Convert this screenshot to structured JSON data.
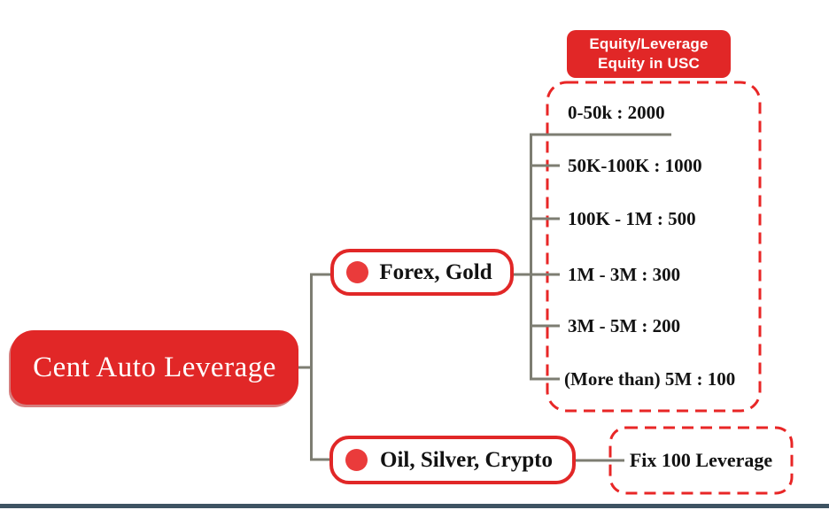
{
  "diagram": {
    "title": "Cent Auto Leverage",
    "root": {
      "label": "Cent Auto Leverage"
    },
    "branches": [
      {
        "label": "Forex, Gold"
      },
      {
        "label": "Oil, Silver, Crypto"
      }
    ],
    "leverage_table": {
      "header": {
        "line1": "Equity/Leverage",
        "line2": "Equity in USC"
      },
      "tiers": [
        {
          "label": "0-50k : 2000",
          "equity_range": "0-50k",
          "leverage": 2000
        },
        {
          "label": "50K-100K : 1000",
          "equity_range": "50K-100K",
          "leverage": 1000
        },
        {
          "label": "100K - 1M : 500",
          "equity_range": "100K - 1M",
          "leverage": 500
        },
        {
          "label": "1M - 3M : 300",
          "equity_range": "1M - 3M",
          "leverage": 300
        },
        {
          "label": "3M - 5M : 200",
          "equity_range": "3M - 5M",
          "leverage": 200
        },
        {
          "label": "(More than) 5M : 100",
          "equity_range": "(More than) 5M",
          "leverage": 100
        }
      ]
    },
    "fixed_leverage": {
      "label": "Fix 100 Leverage"
    }
  },
  "colors": {
    "accent_red": "#e12727",
    "dashed_border_red": "#e82626",
    "bullet_red": "#ea3b3b",
    "connector_gray": "#7d7d72",
    "footer_bar": "#3e5362",
    "text_black": "#121212",
    "background": "#ffffff"
  }
}
